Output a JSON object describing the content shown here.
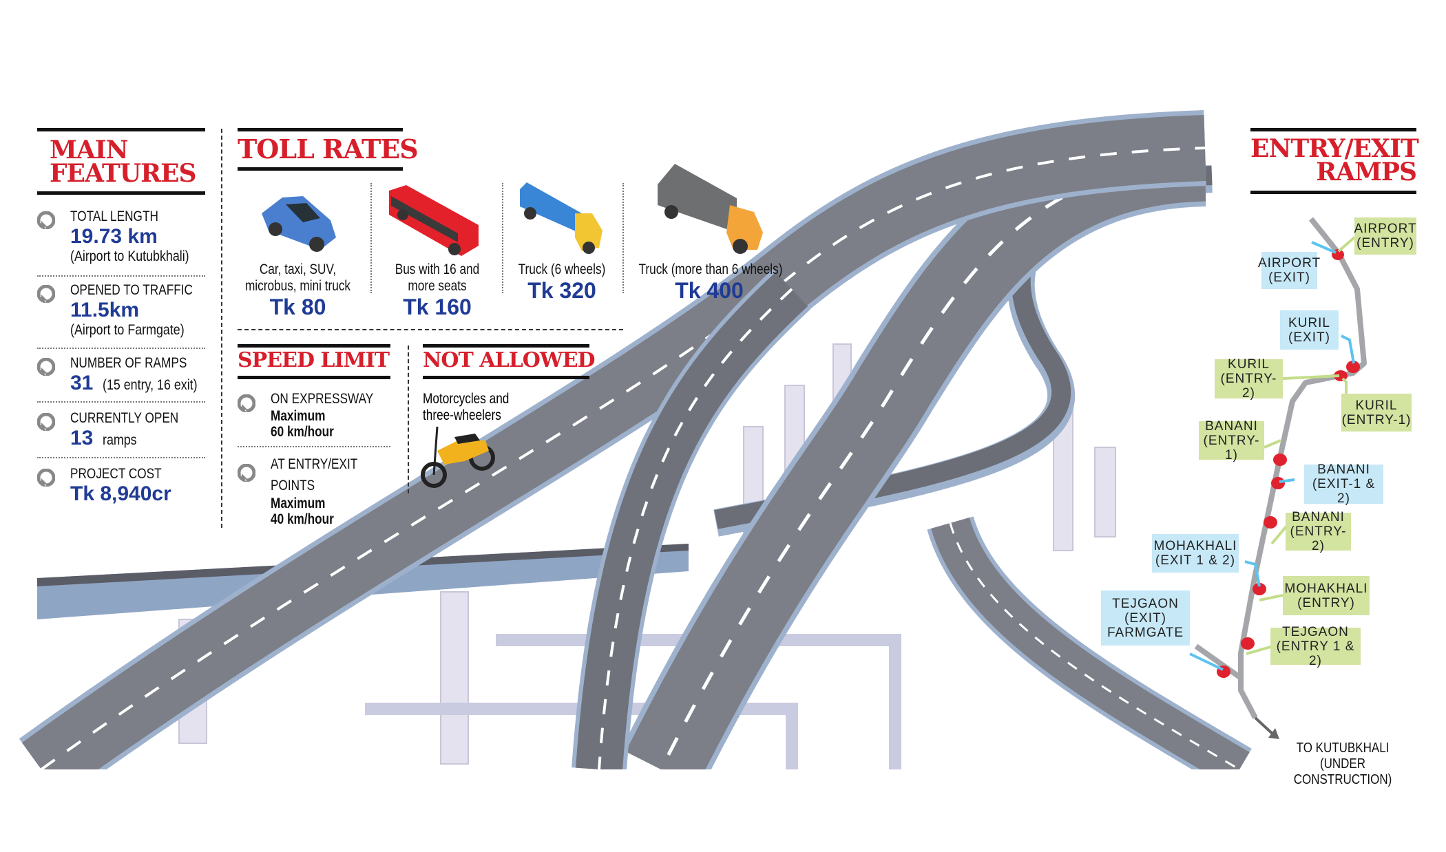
{
  "main_features": {
    "title_line1": "MAIN",
    "title_line2": "FEATURES",
    "items": [
      {
        "label": "TOTAL LENGTH",
        "value": "19.73 km",
        "sub": "(Airport to Kutubkhali)"
      },
      {
        "label": "OPENED TO TRAFFIC",
        "value": "11.5km",
        "sub": "(Airport to Farmgate)"
      },
      {
        "label": "NUMBER OF RAMPS",
        "value": "31",
        "sub": "(15 entry, 16 exit)"
      },
      {
        "label": "CURRENTLY OPEN",
        "value": "13",
        "sub": "ramps"
      },
      {
        "label": "PROJECT COST",
        "value": "Tk 8,940cr",
        "sub": ""
      }
    ]
  },
  "toll_rates": {
    "title": "TOLL RATES",
    "vehicles": [
      {
        "icon": "car-icon",
        "line1": "Car, taxi, SUV,",
        "line2": "microbus, mini truck",
        "price": "Tk 80",
        "color": "#4a7fd0"
      },
      {
        "icon": "bus-icon",
        "line1": "Bus with 16 and",
        "line2": "more seats",
        "price": "Tk 160",
        "color": "#e3212b"
      },
      {
        "icon": "truck-icon",
        "line1": "Truck (6 wheels)",
        "line2": "",
        "price": "Tk 320",
        "color": "#3a86d6"
      },
      {
        "icon": "container-truck-icon",
        "line1": "Truck (more than 6 wheels)",
        "line2": "",
        "price": "Tk 400",
        "color": "#6d6f70"
      }
    ]
  },
  "speed_limit": {
    "title": "SPEED LIMIT",
    "items": [
      {
        "label1": "ON EXPRESSWAY",
        "label2": "",
        "bold1": "Maximum",
        "bold2": "60 km/hour"
      },
      {
        "label1": "AT ENTRY/EXIT",
        "label2": "POINTS",
        "bold1": "Maximum",
        "bold2": "40 km/hour"
      }
    ]
  },
  "not_allowed": {
    "title": "NOT ALLOWED",
    "line1": "Motorcycles and",
    "line2": "three-wheelers",
    "icon": "motorcycle-icon"
  },
  "ramps": {
    "title_line1": "ENTRY/EXIT",
    "title_line2": "RAMPS",
    "entry_color": "#d3e3a0",
    "exit_color": "#c6e8f7",
    "labels": [
      {
        "type": "entry",
        "l1": "AIRPORT",
        "l2": "(ENTRY)",
        "l3": ""
      },
      {
        "type": "exit",
        "l1": "AIRPORT",
        "l2": "(EXIT)",
        "l3": ""
      },
      {
        "type": "exit",
        "l1": "KURIL",
        "l2": "(EXIT)",
        "l3": ""
      },
      {
        "type": "entry",
        "l1": "KURIL",
        "l2": "(ENTRY-2)",
        "l3": ""
      },
      {
        "type": "entry",
        "l1": "KURIL",
        "l2": "(ENTRY-1)",
        "l3": ""
      },
      {
        "type": "entry",
        "l1": "BANANI",
        "l2": "(ENTRY-1)",
        "l3": ""
      },
      {
        "type": "exit",
        "l1": "BANANI",
        "l2": "(EXIT-1 & 2)",
        "l3": ""
      },
      {
        "type": "entry",
        "l1": "BANANI",
        "l2": "(ENTRY-2)",
        "l3": ""
      },
      {
        "type": "exit",
        "l1": "MOHAKHALI",
        "l2": "(EXIT 1 & 2)",
        "l3": ""
      },
      {
        "type": "entry",
        "l1": "MOHAKHALI",
        "l2": "(ENTRY)",
        "l3": ""
      },
      {
        "type": "exit",
        "l1": "TEJGAON",
        "l2": "(EXIT)",
        "l3": "FARMGATE"
      },
      {
        "type": "entry",
        "l1": "TEJGAON",
        "l2": "(ENTRY 1 & 2)",
        "l3": ""
      }
    ],
    "end_line1": "TO KUTUBKHALI (UNDER",
    "end_line2": "CONSTRUCTION)"
  }
}
